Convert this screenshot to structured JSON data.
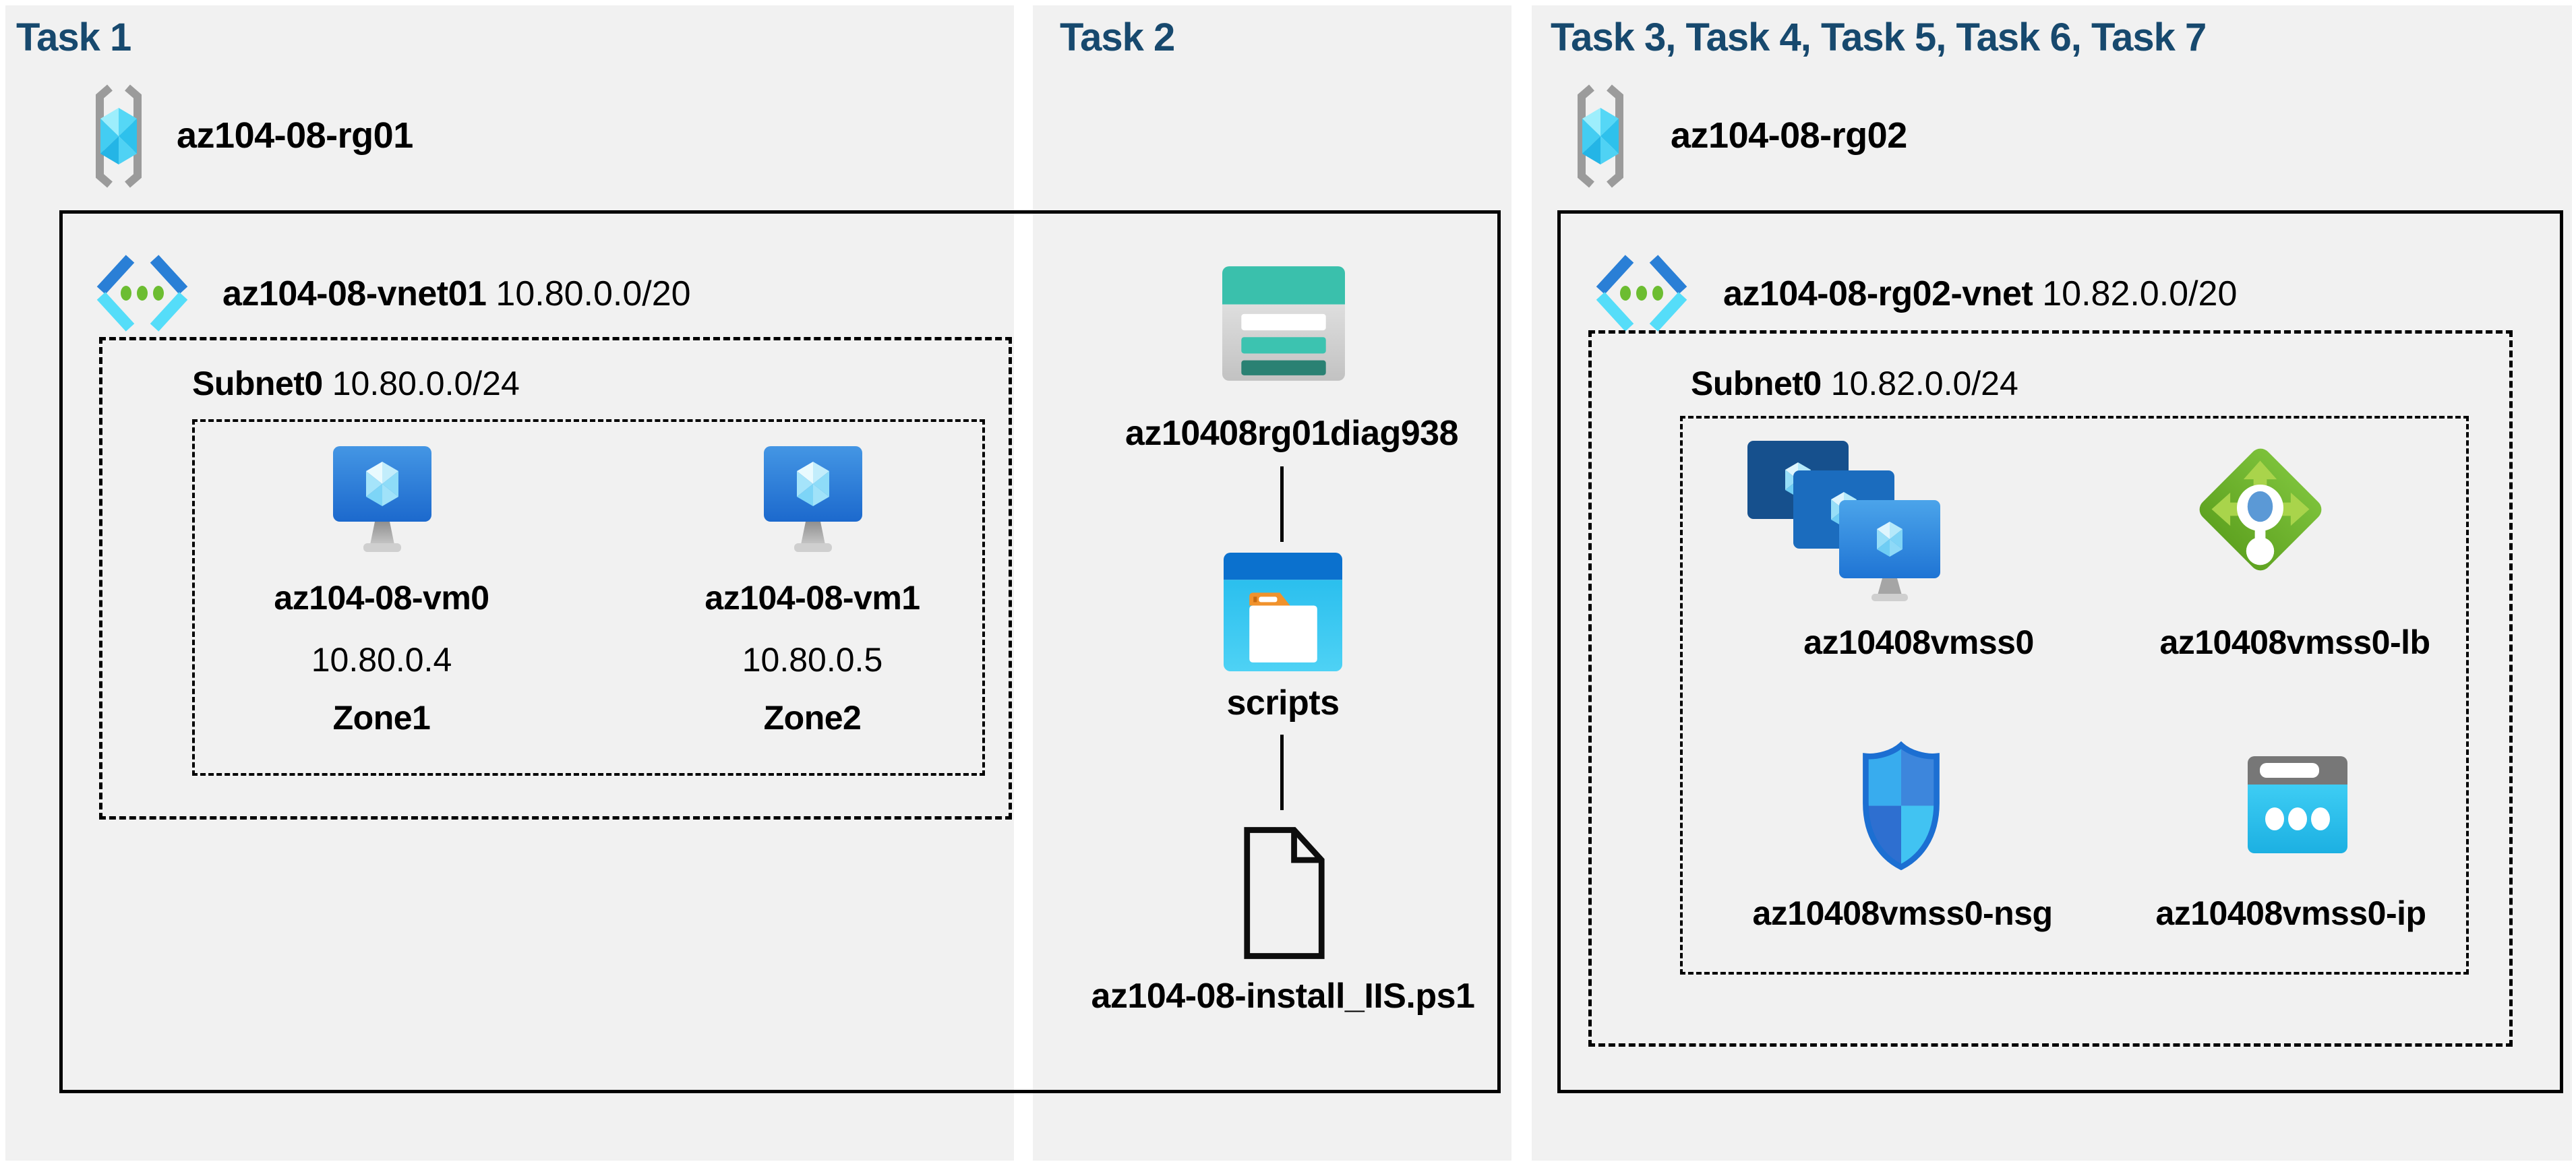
{
  "task1": {
    "title": "Task 1",
    "resource_group": "az104-08-rg01",
    "vnet_name": "az104-08-vnet01",
    "vnet_cidr": "10.80.0.0/20",
    "subnet_name": "Subnet0",
    "subnet_cidr": "10.80.0.0/24",
    "vm0_name": "az104-08-vm0",
    "vm0_ip": "10.80.0.4",
    "vm0_zone": "Zone1",
    "vm1_name": "az104-08-vm1",
    "vm1_ip": "10.80.0.5",
    "vm1_zone": "Zone2"
  },
  "task2": {
    "title": "Task 2",
    "storage_account": "az10408rg01diag938",
    "container": "scripts",
    "script_file": "az104-08-install_IIS.ps1"
  },
  "task37": {
    "title": "Task 3, Task 4, Task 5, Task 6, Task 7",
    "resource_group": "az104-08-rg02",
    "vnet_name": "az104-08-rg02-vnet",
    "vnet_cidr": "10.82.0.0/20",
    "subnet_name": "Subnet0",
    "subnet_cidr": "10.82.0.0/24",
    "vmss_name": "az10408vmss0",
    "load_balancer_name": "az10408vmss0-lb",
    "nsg_name": "az10408vmss0-nsg",
    "public_ip_name": "az10408vmss0-ip"
  },
  "colors": {
    "title_text": "#17496E",
    "panel_background": "#F1F1F1",
    "label_text": "#000000",
    "icon_gray": "#9B9B9B",
    "vnet_blue": "#2A7FD6",
    "vnet_cyan": "#55DDF9",
    "vnet_green": "#6CBD31",
    "vm_screen_blue": "#2D7FD9",
    "storage_teal": "#3AC0AC",
    "storage_dark_teal": "#2A8173",
    "container_blue": "#0B71CE",
    "container_cyan": "#31C4F0",
    "folder_orange": "#F0922C",
    "lb_green": "#6FB32C",
    "lb_arrow_green": "#A9D44B",
    "nsg_border_blue": "#1C6FD2",
    "ip_cyan": "#2EC6F0"
  }
}
